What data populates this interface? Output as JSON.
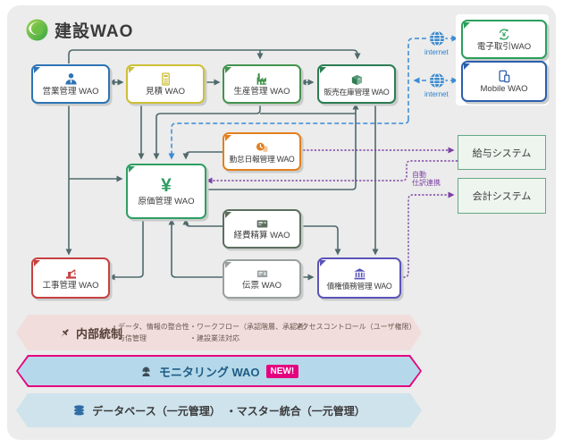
{
  "logo": {
    "text": "建設WAO"
  },
  "colors": {
    "line": "#50696d",
    "blue": "#3b8ad6",
    "purple": "#7d3fa5",
    "accent": "#e5007f",
    "internet": "#2a7fd0",
    "panel": "#ebeceb"
  },
  "diagram": {
    "yen_glyph": "¥",
    "boxes": {
      "sales": {
        "label": "営業管理 WAO",
        "color": "#2e74b5"
      },
      "estimate": {
        "label": "見積 WAO",
        "color": "#cdbf37"
      },
      "production": {
        "label": "生産管理 WAO",
        "color": "#44934e"
      },
      "inventory": {
        "label": "販売在庫管理 WAO",
        "color": "#2c7d52"
      },
      "attendance": {
        "label": "勤怠日報管理 WAO",
        "color": "#e2801f"
      },
      "cost": {
        "label": "原価管理 WAO",
        "color": "#2f9e63"
      },
      "expense": {
        "label": "経費精算 WAO",
        "color": "#5c6f5e"
      },
      "construction": {
        "label": "工事管理 WAO",
        "color": "#c84040"
      },
      "voucher": {
        "label": "伝票 WAO",
        "color": "#9aa0a0"
      },
      "receivables": {
        "label": "債権債務管理 WAO",
        "color": "#5b54b8"
      },
      "etrade": {
        "label": "電子取引WAO",
        "color": "#2aa05c"
      },
      "mobile": {
        "label": "Mobile WAO",
        "color": "#2b5fad"
      }
    },
    "external": {
      "payroll": "給与システム",
      "accounting": "会計システム"
    },
    "internet_label": "internet",
    "auto_journal": [
      "自動",
      "仕訳連携"
    ]
  },
  "bands": {
    "internal_control": {
      "title": "内部統制",
      "b1": "・データ、情報の整合性",
      "b2": "・与信管理",
      "b3": "・ワークフロー（承認階層、承認者）",
      "b4": "・建設業法対応",
      "b5": "・アクセスコントロール（ユーザ権限）"
    },
    "monitoring": {
      "label": "モニタリング WAO",
      "badge": "NEW!"
    },
    "database": {
      "label": "データベース（一元管理）　・マスター統合（一元管理）"
    }
  }
}
